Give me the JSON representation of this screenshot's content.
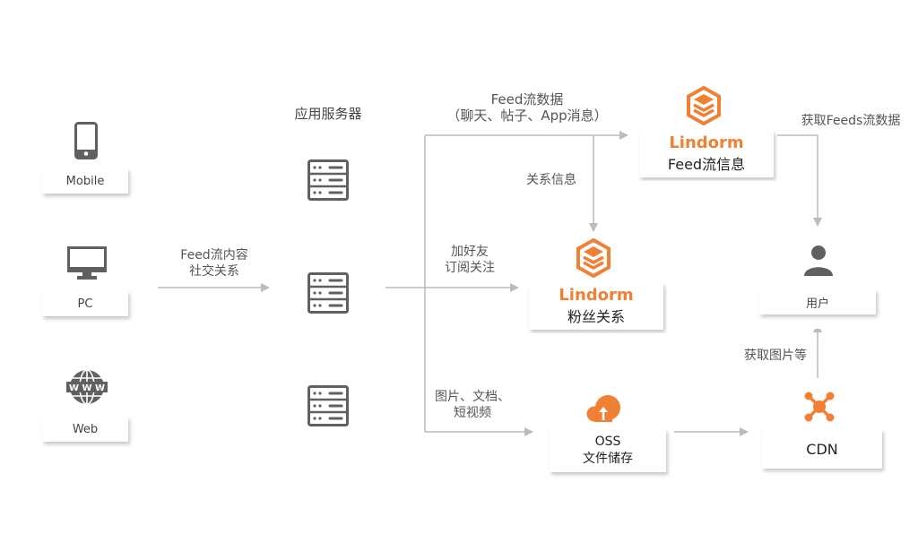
{
  "colors": {
    "accent": "#F08034",
    "icon_gray": "#606060",
    "line": "#BBBBBB"
  },
  "clients": {
    "items": [
      {
        "label": "Mobile",
        "icon": "mobile-phone-icon"
      },
      {
        "label": "PC",
        "icon": "monitor-icon"
      },
      {
        "label": "Web",
        "icon": "globe-www-icon"
      }
    ]
  },
  "edges": {
    "client_to_server": {
      "line1": "Feed流内容",
      "line2": "社交关系"
    },
    "feed_data": {
      "line1": "Feed流数据",
      "line2": "（聊天、帖子、App消息）"
    },
    "relation_info": "关系信息",
    "add_friend": {
      "line1": "加好友",
      "line2": "订阅关注"
    },
    "media": {
      "line1": "图片、文档、",
      "line2": "短视频"
    },
    "get_feeds": "获取Feeds流数据",
    "get_images": "获取图片等"
  },
  "app_server": {
    "title": "应用服务器",
    "icon": "server-rack-icon"
  },
  "lindorm_feed": {
    "brand": "Lindorm",
    "label": "Feed流信息",
    "icon": "lindorm-cube-icon"
  },
  "lindorm_fans": {
    "brand": "Lindorm",
    "label": "粉丝关系",
    "icon": "lindorm-cube-icon"
  },
  "user": {
    "label": "用户",
    "icon": "user-icon"
  },
  "oss": {
    "line1": "OSS",
    "line2": "文件储存",
    "icon": "cloud-upload-icon"
  },
  "cdn": {
    "label": "CDN",
    "icon": "network-hub-icon"
  }
}
